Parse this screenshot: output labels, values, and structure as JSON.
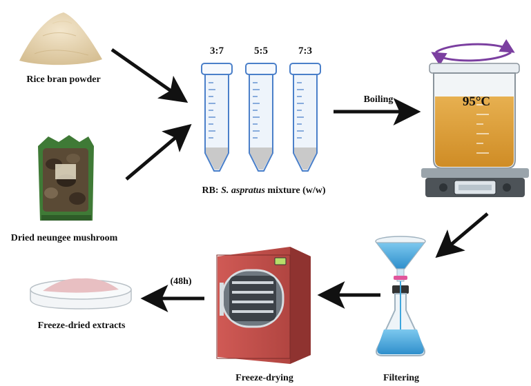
{
  "labels": {
    "rice_bran": "Rice bran powder",
    "mushroom": "Dried neungee mushroom",
    "mixture_prefix": "RB: ",
    "mixture_species": "S. aspratus",
    "mixture_suffix": " mixture (w/w)",
    "boiling": "Boiling",
    "temperature": "95°C",
    "filtering": "Filtering",
    "freeze_drying": "Freeze-drying",
    "duration": "(48h)",
    "extracts": "Freeze-dried extracts"
  },
  "ratios": [
    "3:7",
    "5:5",
    "7:3"
  ],
  "colors": {
    "tube_outline": "#4a7fc9",
    "tube_fill": "#eef4fb",
    "sediment": "#c9c9c9",
    "broth": "#e0a23a",
    "filtrate": "#3ea6dd",
    "dryer_body": "#c0504d",
    "rotation_arrow": "#7b3fa0",
    "arrow": "#111111"
  },
  "icons": {
    "rice_bran": "rice-bran-pile-icon",
    "mushroom": "mushroom-bag-icon",
    "heating": "beaker-hotplate-icon",
    "filter": "funnel-flask-icon",
    "dryer": "freeze-dryer-icon",
    "dish": "petri-dish-icon"
  }
}
